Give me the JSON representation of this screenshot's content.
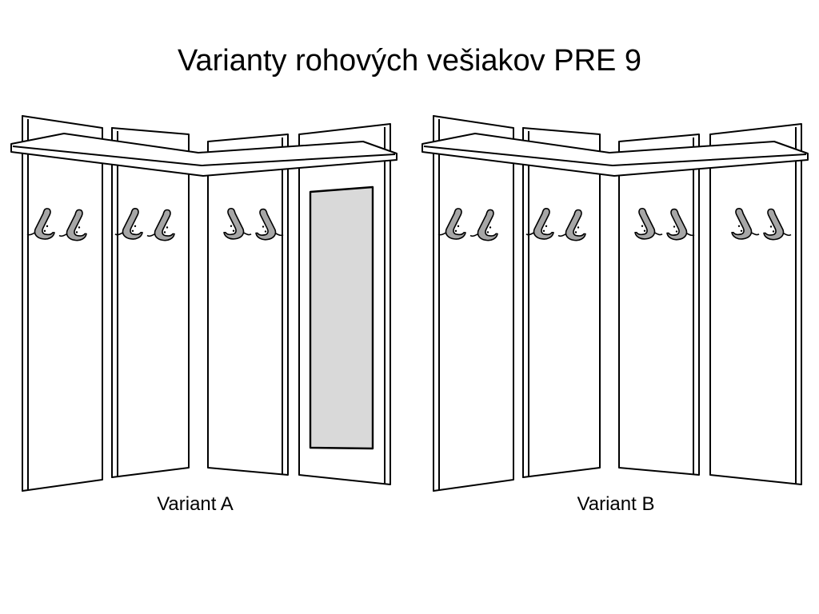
{
  "title": "Varianty rohových vešiakov PRE 9",
  "variants": [
    {
      "id": "A",
      "label": "Variant A",
      "panels": [
        {
          "type": "hooks",
          "hooks": 2
        },
        {
          "type": "hooks",
          "hooks": 2
        },
        {
          "type": "hooks",
          "hooks": 2
        },
        {
          "type": "mirror",
          "hooks": 0
        }
      ]
    },
    {
      "id": "B",
      "label": "Variant B",
      "panels": [
        {
          "type": "hooks",
          "hooks": 2
        },
        {
          "type": "hooks",
          "hooks": 2
        },
        {
          "type": "hooks",
          "hooks": 2
        },
        {
          "type": "hooks",
          "hooks": 2
        }
      ]
    }
  ],
  "colors": {
    "line": "#000000",
    "panel_fill": "#ffffff",
    "mirror_fill": "#d9d9d9",
    "hook_fill": "#a6a6a6"
  }
}
